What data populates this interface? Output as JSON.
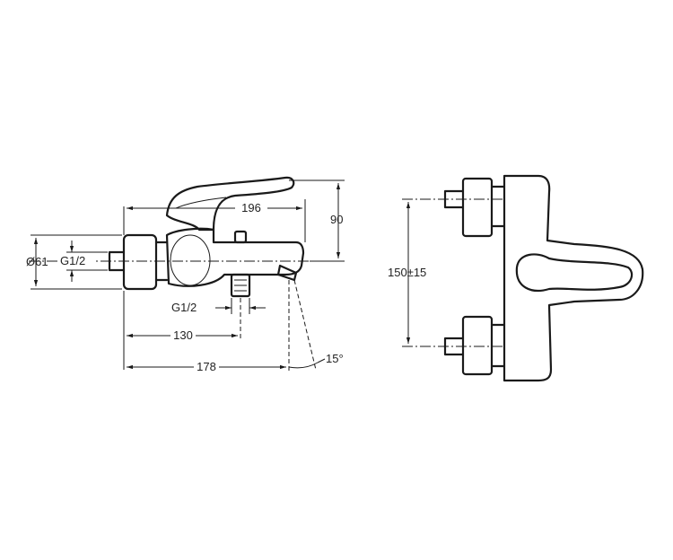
{
  "side_view": {
    "dim_width_top": "196",
    "dim_height": "90",
    "dim_diameter": "Ø61",
    "dim_inlet_thread": "G1/2",
    "dim_outlet_thread": "G1/2",
    "dim_outlet_pos": "130",
    "dim_total_length": "178",
    "dim_spout_angle": "15°"
  },
  "front_view": {
    "dim_spacing": "150±15"
  }
}
